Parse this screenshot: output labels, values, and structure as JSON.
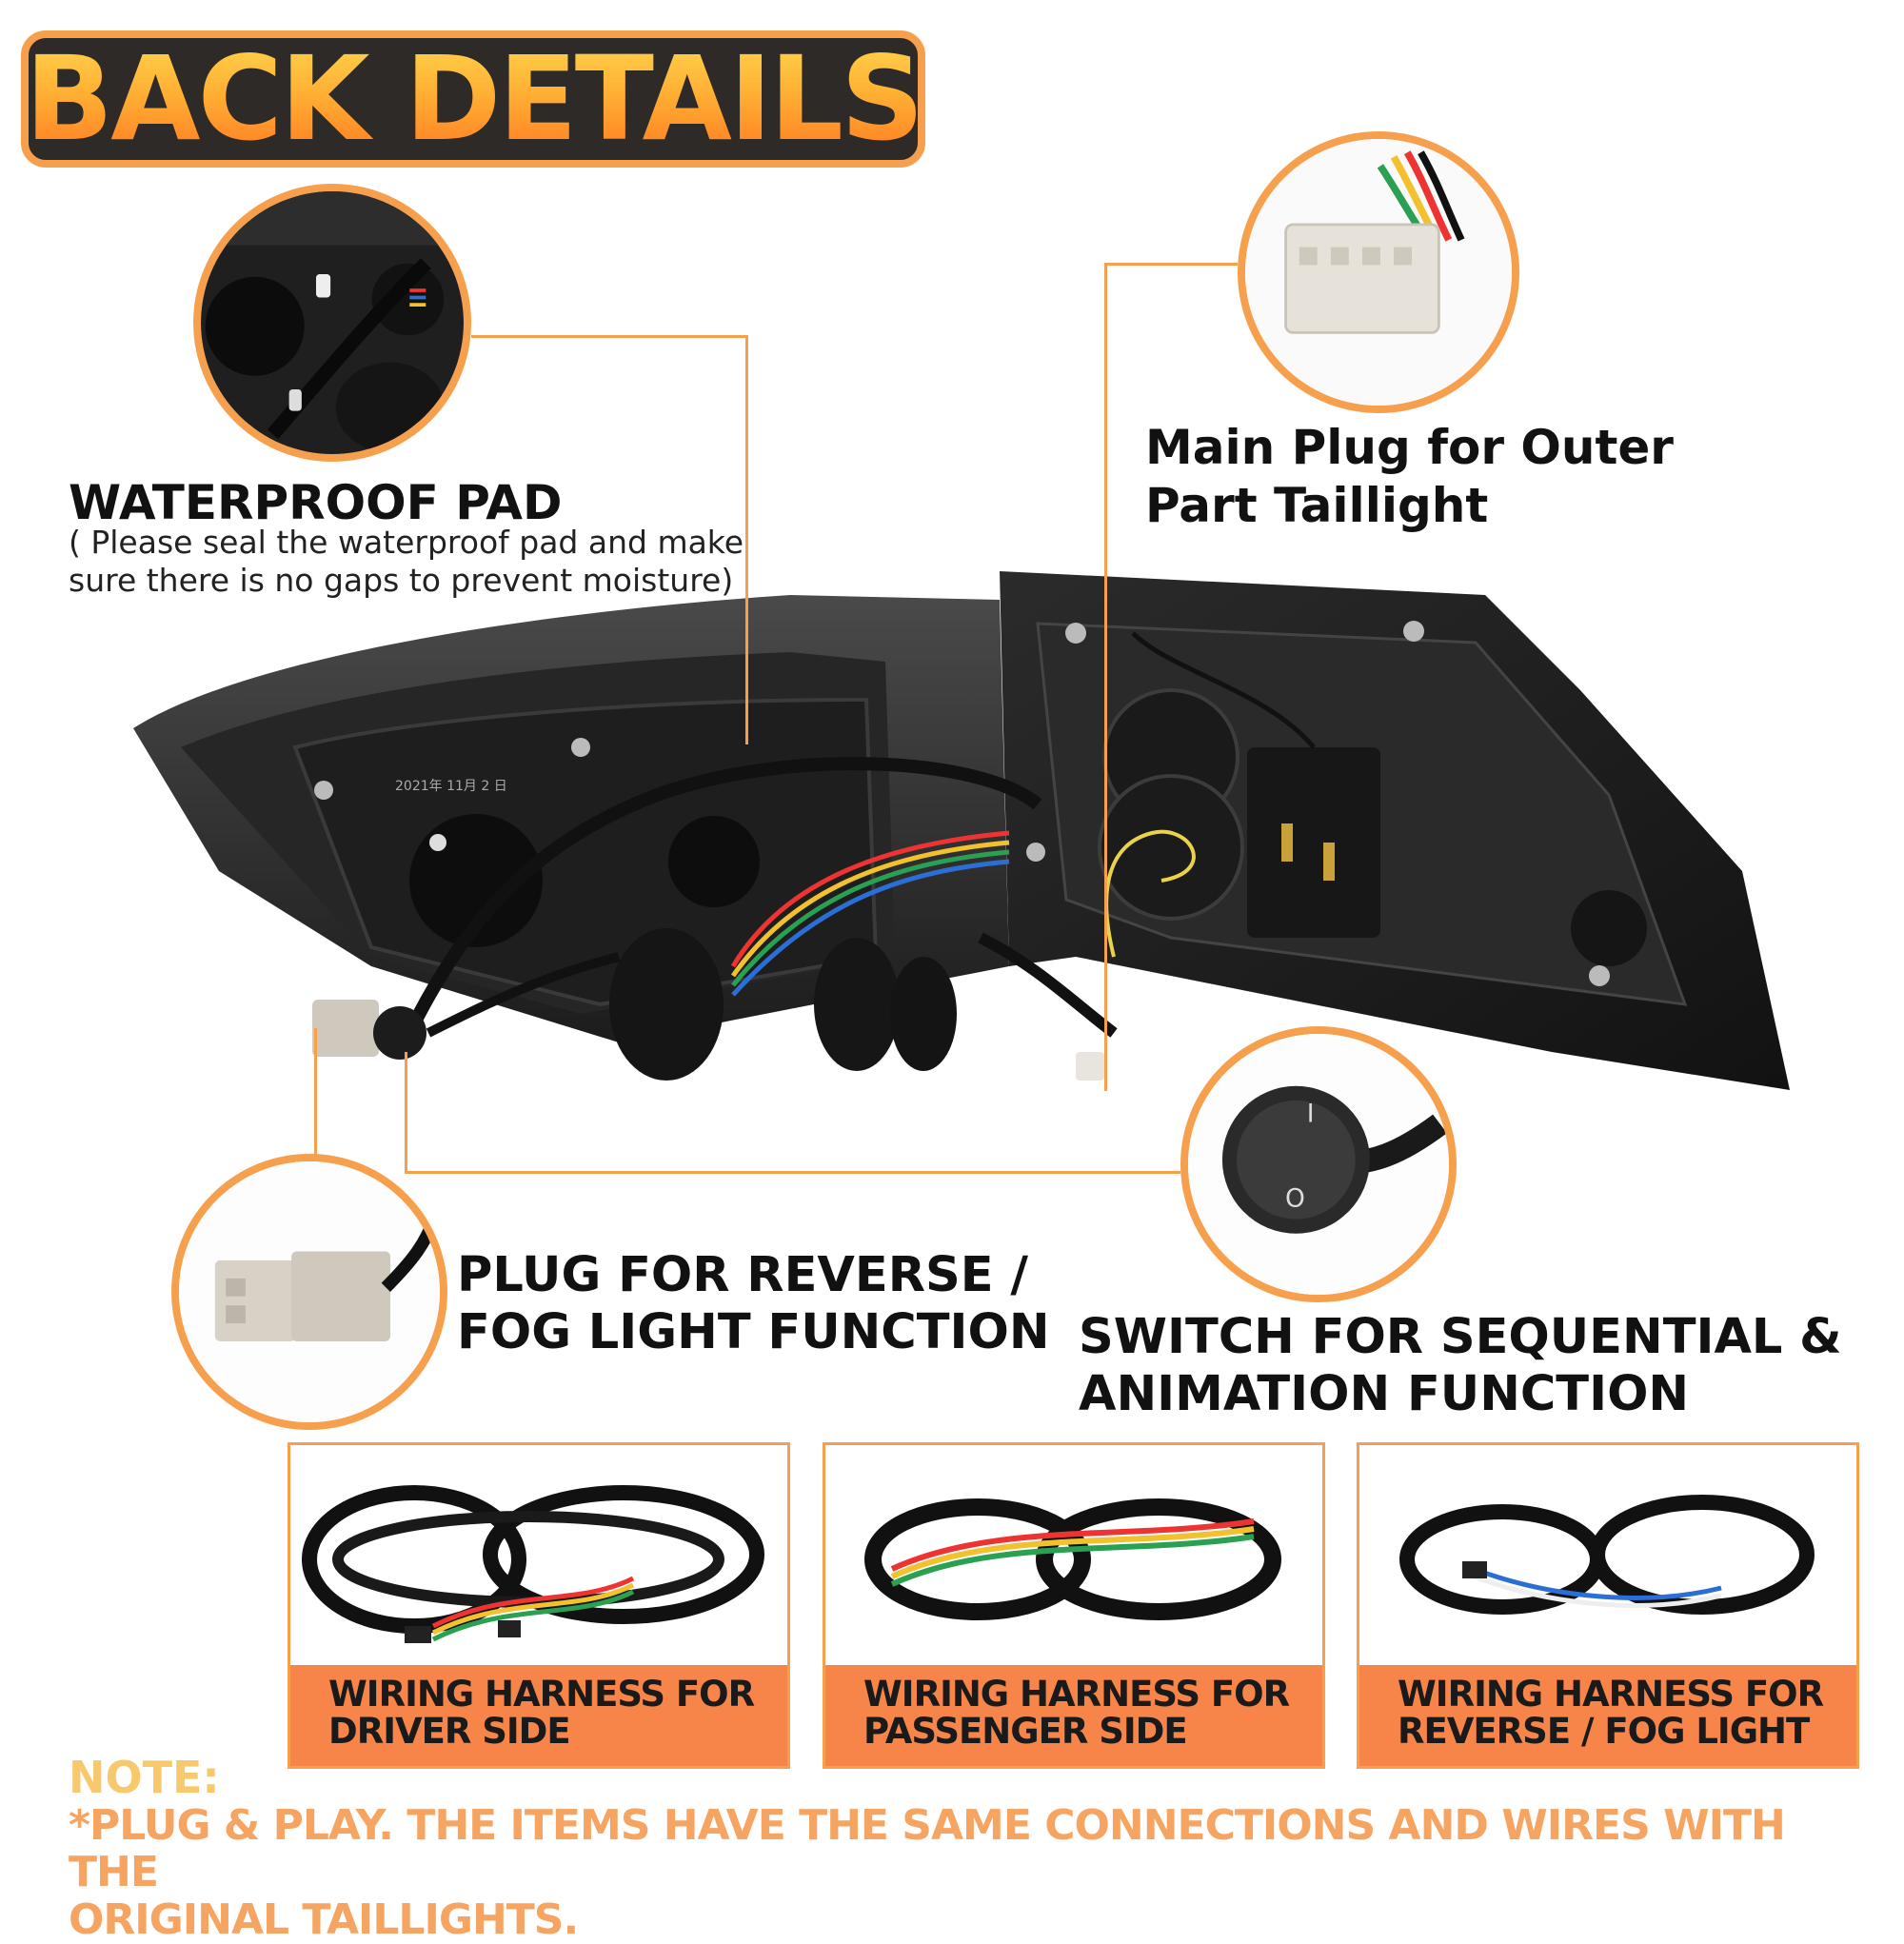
{
  "title": "BACK DETAILS",
  "callouts": {
    "waterproof": {
      "heading": "WATERPROOF PAD",
      "subtext_line1": "( Please seal the waterproof pad and make",
      "subtext_line2": "sure there is no gaps to prevent moisture)"
    },
    "main_plug": {
      "line1": "Main Plug for Outer",
      "line2": "Part Taillight"
    },
    "reverse_fog_plug": {
      "line1": "PLUG FOR REVERSE /",
      "line2": "FOG LIGHT FUNCTION"
    },
    "switch": {
      "line1": "SWITCH FOR SEQUENTIAL &",
      "line2": "ANIMATION FUNCTION"
    }
  },
  "product_stamp": "2021年 11月 2 日",
  "switch_symbols": {
    "on": "I",
    "off": "O"
  },
  "harness_panels": [
    {
      "line1": "WIRING HARNESS FOR",
      "line2": "DRIVER SIDE"
    },
    {
      "line1": "WIRING HARNESS FOR",
      "line2": "PASSENGER SIDE"
    },
    {
      "line1": "WIRING HARNESS FOR",
      "line2": "REVERSE / FOG LIGHT"
    }
  ],
  "note": {
    "title": "NOTE:",
    "text_line1": "*PLUG & PLAY. THE ITEMS HAVE THE SAME CONNECTIONS AND WIRES WITH THE",
    "text_line2": "ORIGINAL TAILLIGHTS."
  },
  "colors": {
    "accent_orange": "#f6a04d",
    "label_bar": "#f7854a",
    "banner_bg": "#2e2a27",
    "note_text": "#f6a461",
    "note_title": "#f7c86c"
  },
  "icons": [
    "taillight-photo",
    "waterproof-pad-photo",
    "main-plug-photo",
    "reverse-fog-plug-photo",
    "switch-photo",
    "harness-photo"
  ]
}
